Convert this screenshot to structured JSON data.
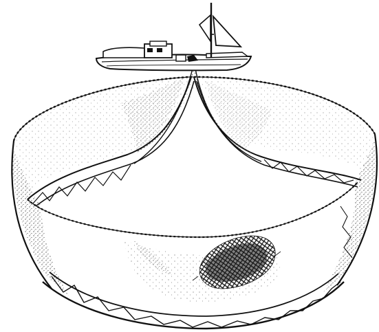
{
  "illustration": {
    "subject": "purse-seine-net",
    "colors": {
      "ink": "#111111",
      "paper": "#ffffff",
      "shade": "#2a2a2a"
    },
    "elements": [
      "vessel",
      "mast",
      "sail",
      "wheelhouse",
      "net-wall",
      "cork-line",
      "lead-line",
      "purse-lines",
      "fish-school"
    ]
  }
}
